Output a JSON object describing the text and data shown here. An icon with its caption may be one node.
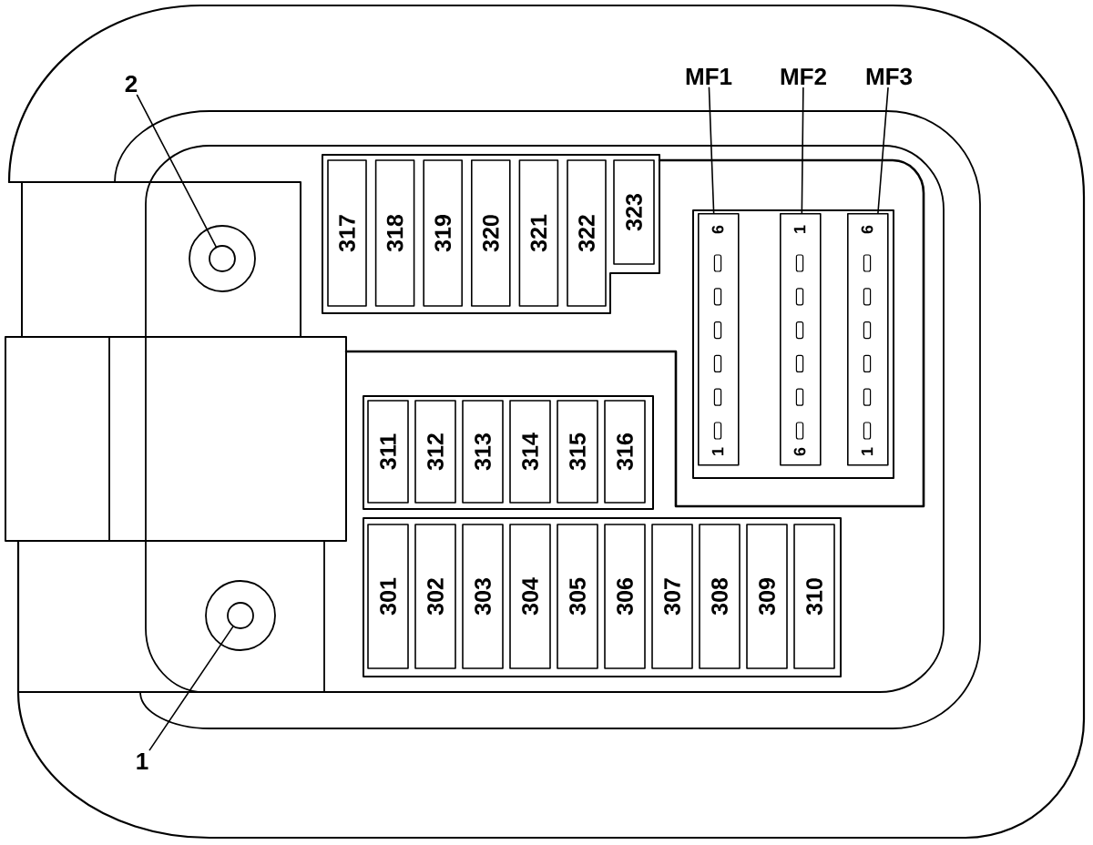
{
  "diagram": {
    "nodes": [
      {
        "text": [
          "2"
        ]
      },
      {
        "text": [
          "MF1"
        ]
      },
      {
        "text": [
          "MF2"
        ]
      },
      {
        "text": [
          "MF3"
        ]
      },
      {
        "text": [],
        "shape": "circle"
      },
      {
        "text": [],
        "shape": "box"
      },
      {
        "text": [
          "317"
        ],
        "in": 5
      },
      {
        "text": [
          "318"
        ],
        "in": 5
      },
      {
        "text": [
          "319"
        ],
        "in": 5
      },
      {
        "text": [
          "320"
        ],
        "in": 5
      },
      {
        "text": [
          "321"
        ],
        "in": 5
      },
      {
        "text": [
          "322"
        ],
        "in": 5
      },
      {
        "text": [
          "323"
        ],
        "in": 5
      },
      {
        "text": [],
        "shape": "box"
      },
      {
        "text": [
          "6",
          "1"
        ],
        "in": 13
      },
      {
        "text": [
          "1",
          "6"
        ],
        "in": 13
      },
      {
        "text": [
          "6",
          "1"
        ],
        "in": 13
      },
      {
        "text": [],
        "shape": "box"
      },
      {
        "text": [
          "311"
        ],
        "in": 17
      },
      {
        "text": [
          "312"
        ],
        "in": 17
      },
      {
        "text": [
          "313"
        ],
        "in": 17
      },
      {
        "text": [
          "314"
        ],
        "in": 17
      },
      {
        "text": [
          "315"
        ],
        "in": 17
      },
      {
        "text": [
          "316"
        ],
        "in": 17
      },
      {
        "text": [],
        "shape": "box"
      },
      {
        "text": [
          "301"
        ],
        "in": 24
      },
      {
        "text": [
          "302"
        ],
        "in": 24
      },
      {
        "text": [
          "303"
        ],
        "in": 24
      },
      {
        "text": [
          "304"
        ],
        "in": 24
      },
      {
        "text": [
          "305"
        ],
        "in": 24
      },
      {
        "text": [
          "306"
        ],
        "in": 24
      },
      {
        "text": [
          "307"
        ],
        "in": 24
      },
      {
        "text": [
          "308"
        ],
        "in": 24
      },
      {
        "text": [
          "309"
        ],
        "in": 24
      },
      {
        "text": [
          "310"
        ],
        "in": 24
      },
      {
        "text": [],
        "shape": "circle"
      },
      {
        "text": [
          "1"
        ]
      }
    ],
    "edges": [
      {
        "from": 0,
        "to": 4,
        "arrow": "none"
      },
      {
        "from": 1,
        "to": 14,
        "arrow": "none"
      },
      {
        "from": 2,
        "to": 15,
        "arrow": "none"
      },
      {
        "from": 3,
        "to": 16,
        "arrow": "none"
      },
      {
        "from": 36,
        "to": 35,
        "arrow": "none"
      }
    ]
  }
}
